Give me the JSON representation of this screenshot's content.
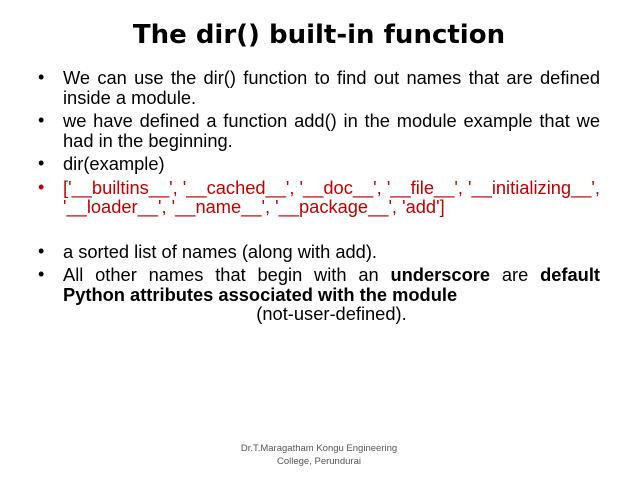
{
  "slide": {
    "title": "The dir() built-in function",
    "bullets": [
      {
        "text": "We can use the dir() function to find out names that are defined inside a module."
      },
      {
        "text": "we have defined a function add() in the module example that we had in the beginning."
      },
      {
        "text": "dir(example)"
      },
      {
        "text": "['__builtins__', '__cached__', '__doc__', '__file__', '__initializing__', '__loader__', '__name__', '__package__', 'add']"
      },
      {
        "text": "a sorted list of names (along with add)."
      },
      {
        "part1": "All other names that begin with an ",
        "bold1": "underscore",
        "part2": " are ",
        "bold2": "default Python attributes associated with the module",
        "part3": "(not-user-defined)."
      }
    ],
    "bullet_glyph": "•",
    "highlight_color": "#c00000",
    "footer_line1": "Dr.T.Maragatham Kongu Engineering",
    "footer_line2": "College, Perundurai"
  }
}
